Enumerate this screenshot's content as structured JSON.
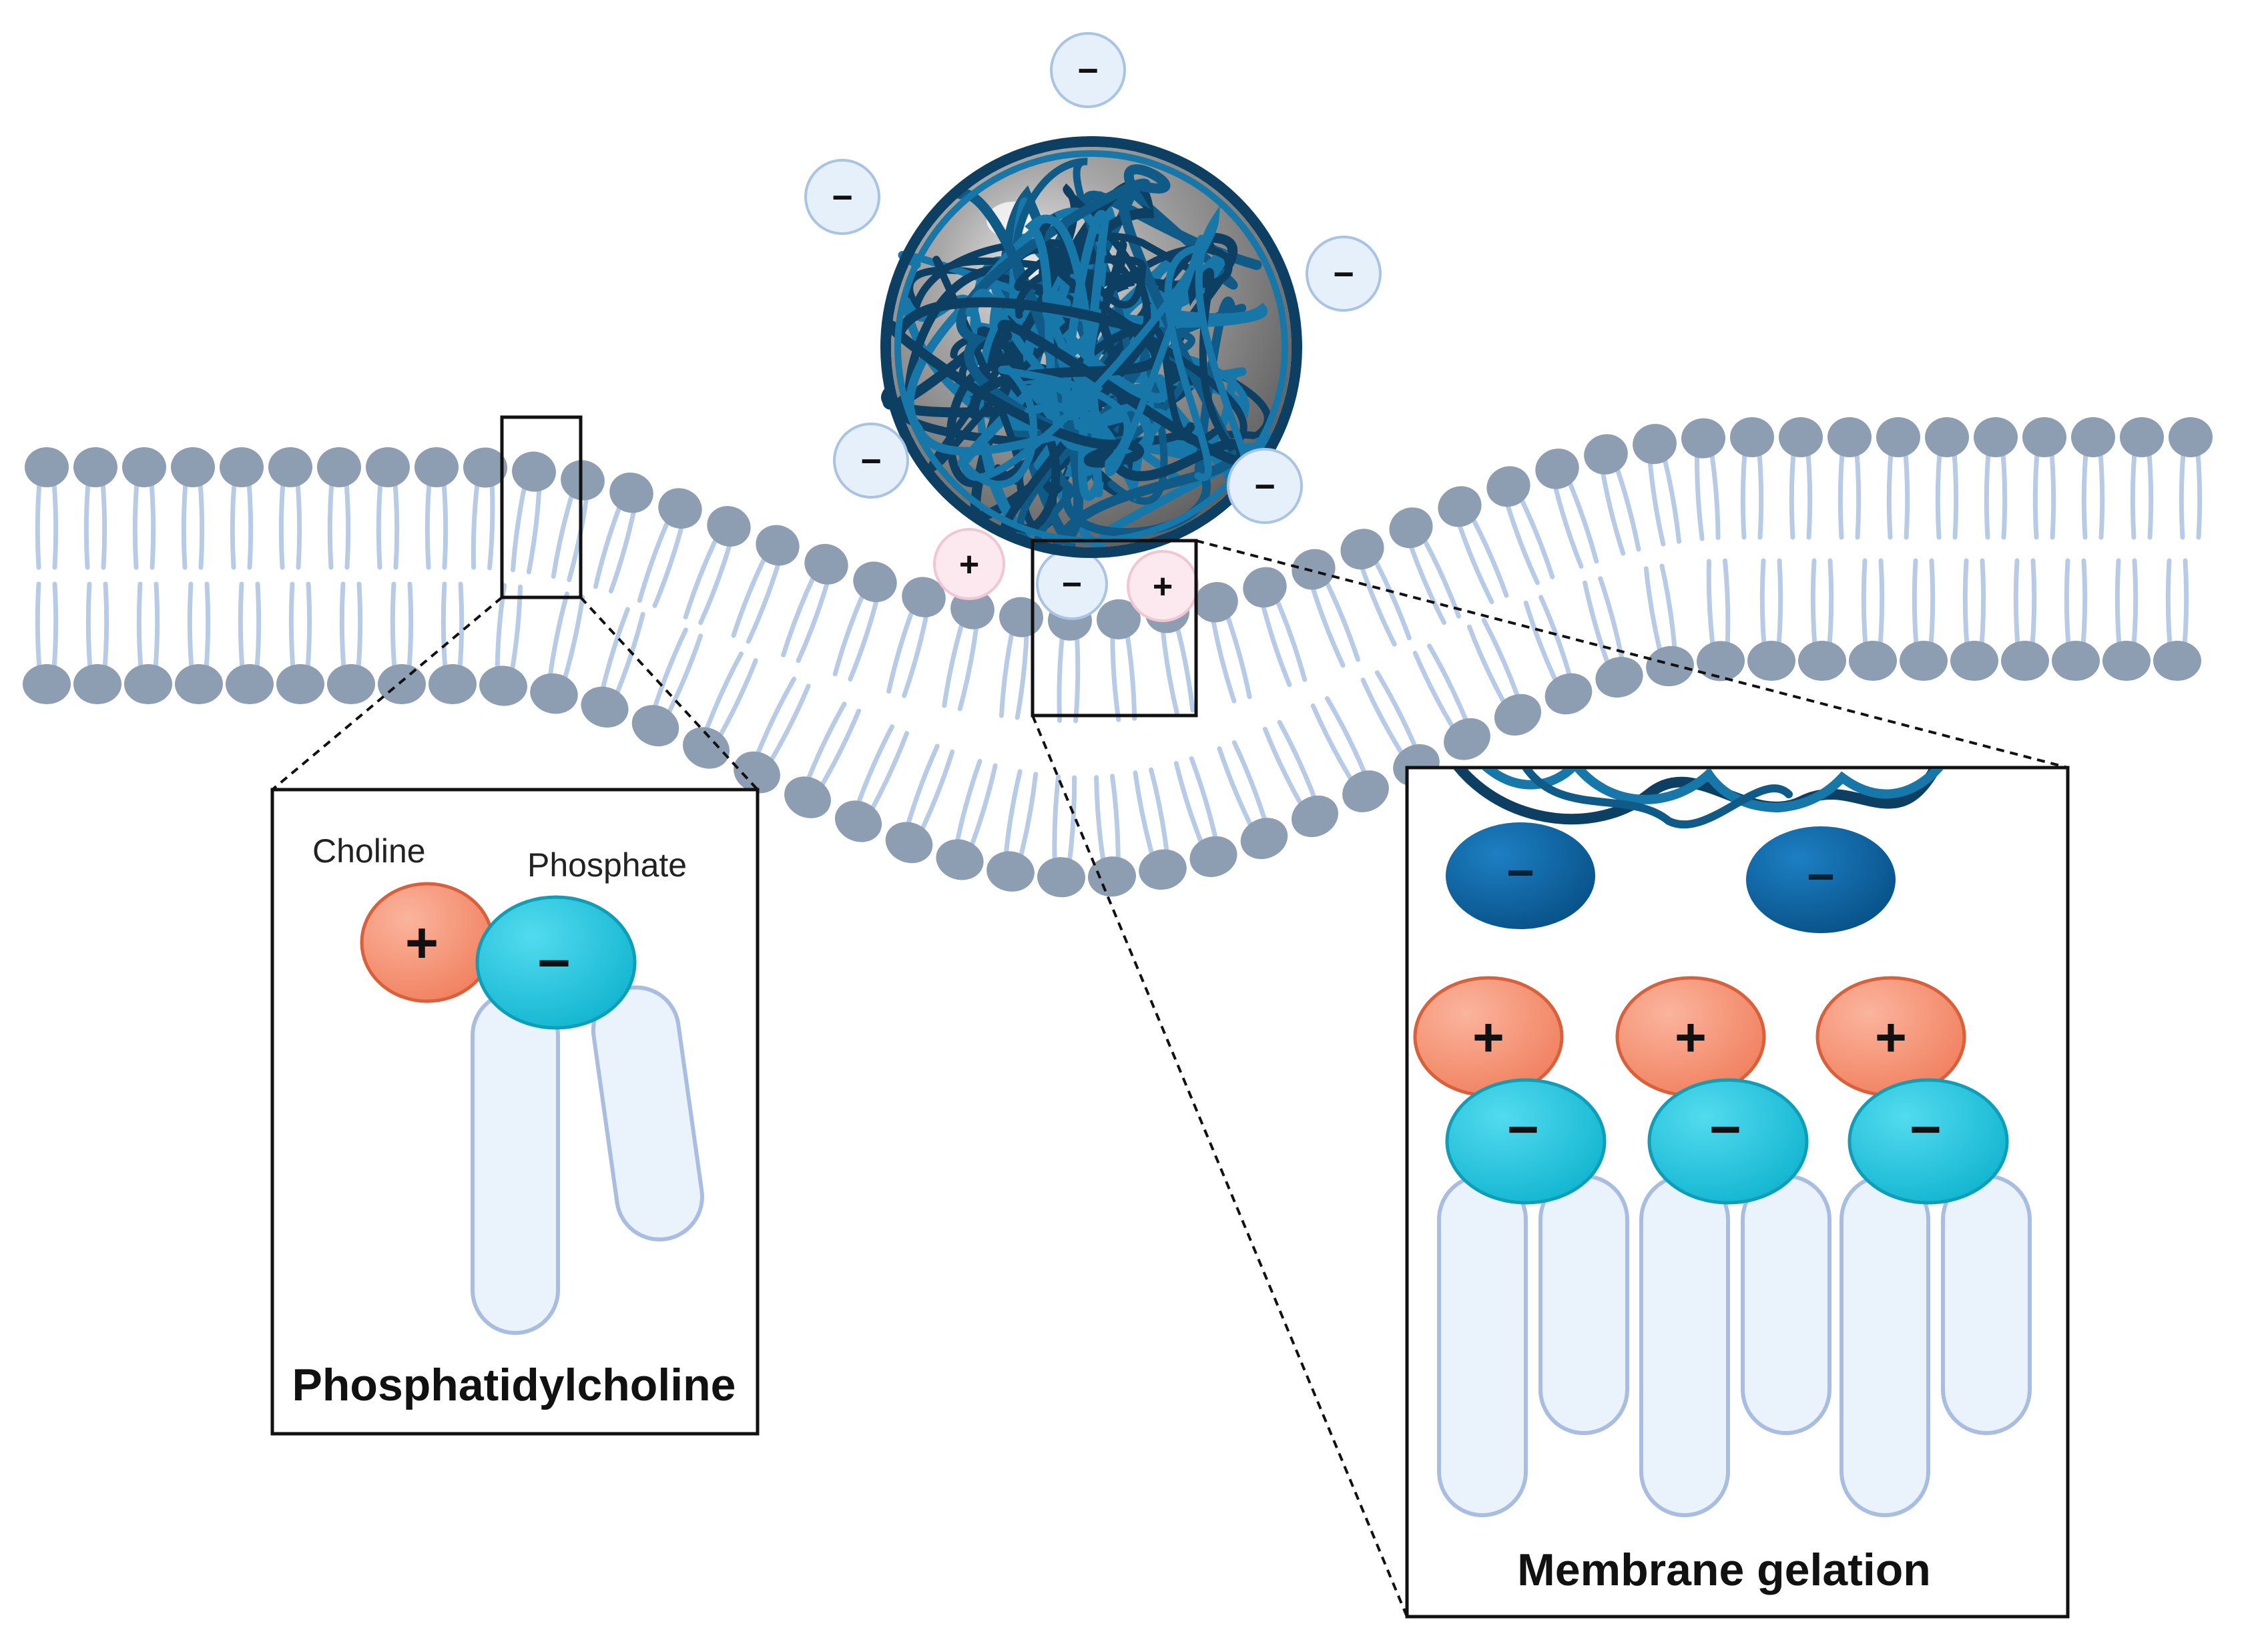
{
  "inset_left": {
    "title": "Phosphatidylcholine",
    "choline_label": "Choline",
    "phosphate_label": "Phosphate",
    "choline_charge": "+",
    "phosphate_charge": "−"
  },
  "inset_right": {
    "title": "Membrane gelation",
    "nanoparticle_charge": "−",
    "choline_charge": "+",
    "phosphate_charge": "−"
  },
  "nanoparticle": {
    "surface_charge": "−",
    "contact_negative": "−",
    "contact_positive": "+"
  },
  "colors": {
    "lipid_head": "#8d9db2",
    "lipid_tail": "#b7cbe6",
    "polymer_dark": "#0d3f63",
    "polymer_light": "#1877a9",
    "choline": "#f59173",
    "phosphate": "#17c2dc",
    "nanoparticle_anion": "#0a5f9c",
    "tail_fill": "#eaf2fb",
    "tail_stroke": "#a9bde0"
  }
}
